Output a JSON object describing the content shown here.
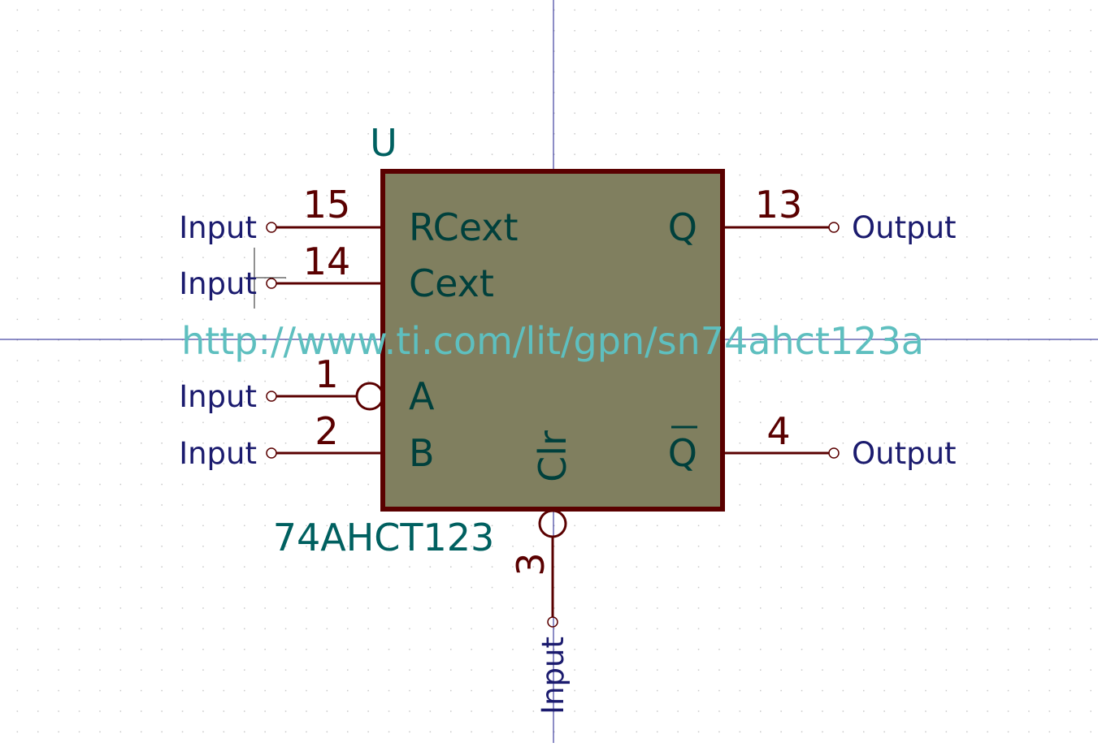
{
  "symbol": {
    "reference": "U",
    "value": "74AHCT123",
    "datasheet_url": "http://www.ti.com/lit/gpn/sn74ahct123a",
    "colors": {
      "body_fill": "#807f5f",
      "body_stroke": "#5a0000",
      "pin_line": "#5a0000",
      "pin_number": "#5a0000",
      "pin_name": "#00403c",
      "pin_type": "#1b1b6e",
      "field_text": "#006060",
      "url_text": "#5ebfbf",
      "crosshair": "#1b1b8e",
      "grid_dot": "#c8c8c8"
    },
    "pins": [
      {
        "number": "15",
        "name": "RCext",
        "type": "Input",
        "side": "left",
        "inverted": false
      },
      {
        "number": "14",
        "name": "Cext",
        "type": "Input",
        "side": "left",
        "inverted": false
      },
      {
        "number": "1",
        "name": "A",
        "type": "Input",
        "side": "left",
        "inverted": true
      },
      {
        "number": "2",
        "name": "B",
        "type": "Input",
        "side": "left",
        "inverted": false
      },
      {
        "number": "13",
        "name": "Q",
        "type": "Output",
        "side": "right",
        "inverted": false
      },
      {
        "number": "4",
        "name": "Q",
        "type": "Output",
        "side": "right",
        "inverted": false,
        "overbar": true
      },
      {
        "number": "3",
        "name": "Clr",
        "type": "Input",
        "side": "bottom",
        "inverted": true
      }
    ]
  }
}
